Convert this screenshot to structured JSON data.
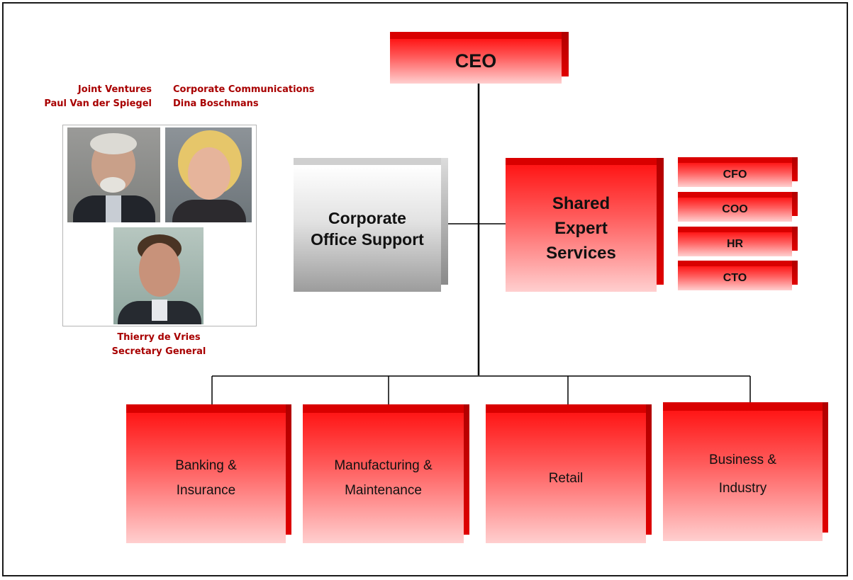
{
  "ceo": {
    "label": "CEO"
  },
  "corporate_office_support": {
    "label_line1": "Corporate",
    "label_line2": "Office Support"
  },
  "shared_expert_services": {
    "line1": "Shared",
    "line2": "Expert",
    "line3": "Services"
  },
  "roles": [
    "CFO",
    "COO",
    "HR",
    "CTO"
  ],
  "divisions": [
    {
      "line1": "Banking &",
      "line2": "Insurance"
    },
    {
      "line1": "Manufacturing &",
      "line2": "Maintenance"
    },
    {
      "line1": "Retail",
      "line2": ""
    },
    {
      "line1": "Business &",
      "line2": "Industry"
    }
  ],
  "people": {
    "joint_ventures": {
      "title": "Joint Ventures",
      "name": "Paul Van der Spiegel"
    },
    "corporate_communications": {
      "title": "Corporate Communications",
      "name": "Dina Boschmans"
    },
    "secretary_general": {
      "name": "Thierry de Vries",
      "title": "Secretary General"
    }
  },
  "colors": {
    "box_red": "#ff1616",
    "box_dark_red": "#c00000",
    "caption_red": "#a80000",
    "connector": "#000000"
  }
}
